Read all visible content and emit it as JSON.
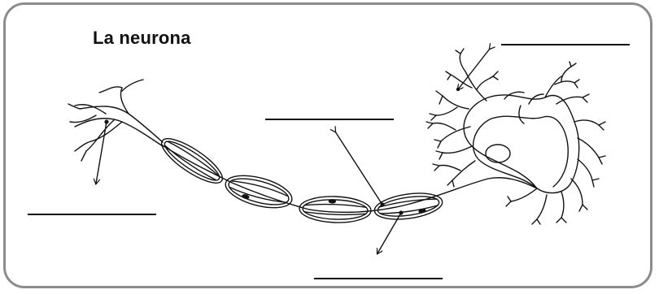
{
  "title": "La neurona",
  "labels": [
    {
      "id": "dendrites",
      "text": ""
    },
    {
      "id": "myelin",
      "text": ""
    },
    {
      "id": "node",
      "text": ""
    },
    {
      "id": "terminals",
      "text": ""
    }
  ]
}
